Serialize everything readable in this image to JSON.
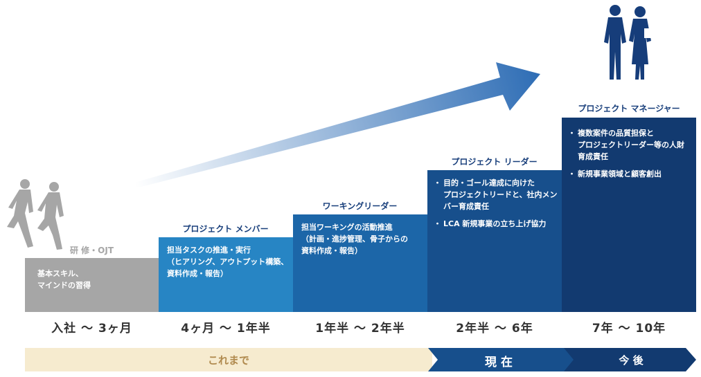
{
  "stages": [
    {
      "title": "研 修・OJT",
      "body_lines": [
        "基本スキル、",
        "マインドの習得"
      ],
      "period": "入社 〜 3ヶ月",
      "color": "#a6a6a6",
      "title_color": "#a6a6a6"
    },
    {
      "title": "プロジェクト メンバー",
      "body_lines": [
        "担当タスクの推進・実行",
        "（ヒアリング、アウトプット構築、",
        "資料作成・報告）"
      ],
      "period": "4ヶ月 〜 1年半",
      "color": "#2785c4",
      "title_color": "#163d7a"
    },
    {
      "title": "ワーキングリーダー",
      "body_lines": [
        "担当ワーキングの活動推進",
        "（計画・進捗管理、骨子からの",
        "資料作成・報告）"
      ],
      "period": "1年半 〜 2年半",
      "color": "#1c66a8",
      "title_color": "#163d7a"
    },
    {
      "title": "プロジェクト リーダー",
      "bullets": [
        [
          "目的・ゴール達成に向けた",
          "プロジェクトリードと、社内メン",
          "バー育成責任"
        ],
        [
          "LCA 新規事業の立ち上げ協力"
        ]
      ],
      "period": "2年半 〜 6年",
      "color": "#174f8c",
      "title_color": "#163d7a"
    },
    {
      "title": "プロジェクト マネージャー",
      "bullets": [
        [
          "複数案件の品質担保と",
          "プロジェクトリーダー等の人財",
          "育成責任"
        ],
        [
          "新規事業領域と顧客創出"
        ]
      ],
      "period": "7年 〜 10年",
      "color": "#123a70",
      "title_color": "#163d7a"
    }
  ],
  "timeline": {
    "past": "これまで",
    "present": "現 在",
    "future": "今 後"
  },
  "colors": {
    "past_band": "#f6ebcf",
    "past_text": "#b08a4e",
    "present_band": "#174f8c",
    "future_band": "#123a70",
    "arrow": "#2e6db5"
  },
  "icons": {
    "trainees": "running-people-icon",
    "managers": "business-people-icon"
  }
}
